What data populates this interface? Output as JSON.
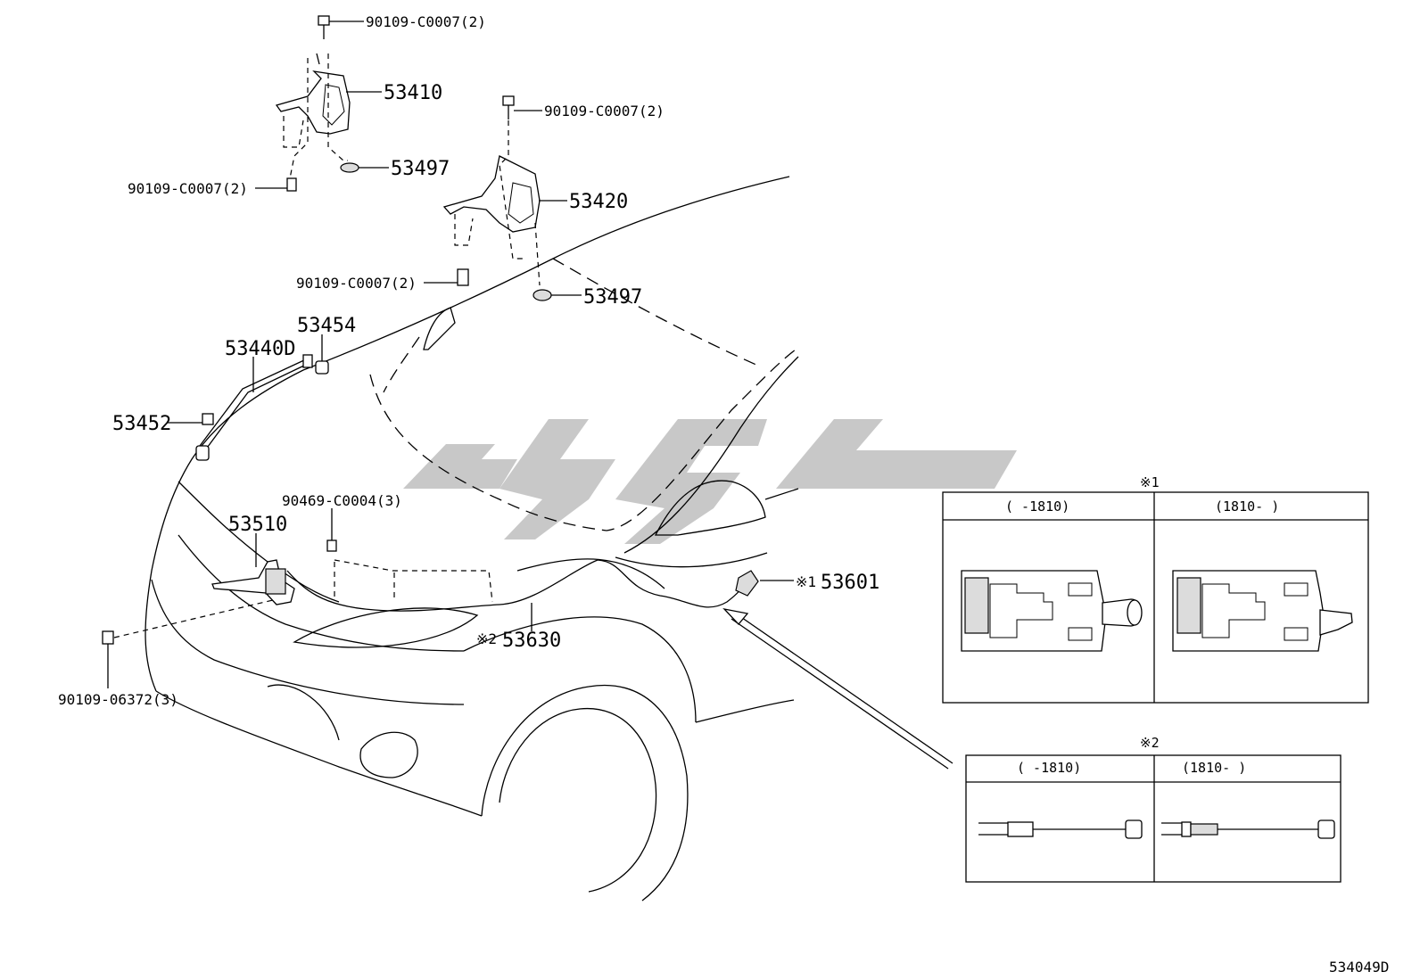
{
  "labels": {
    "bolt_top": "90109-C0007(2)",
    "hinge_left": "53410",
    "washer_left": "53497",
    "bolt_left_lower": "90109-C0007(2)",
    "bolt_top_right": "90109-C0007(2)",
    "hinge_right": "53420",
    "bolt_mid": "90109-C0007(2)",
    "washer_right": "53497",
    "cushion": "53454",
    "support_rod": "53440D",
    "holder": "53452",
    "lock": "53510",
    "clip": "90469-C0004(3)",
    "cable_prefix": "※2",
    "cable": "53630",
    "lever_prefix": "※1",
    "lever": "53601",
    "bolt_bottom": "90109-06372(3)"
  },
  "table1": {
    "title": "※1",
    "col_left": "(    -1810)",
    "col_right": "(1810-    )"
  },
  "table2": {
    "title": "※2",
    "col_left": "(    -1810)",
    "col_right": "(1810-    )"
  },
  "diagram_code": "534049D"
}
